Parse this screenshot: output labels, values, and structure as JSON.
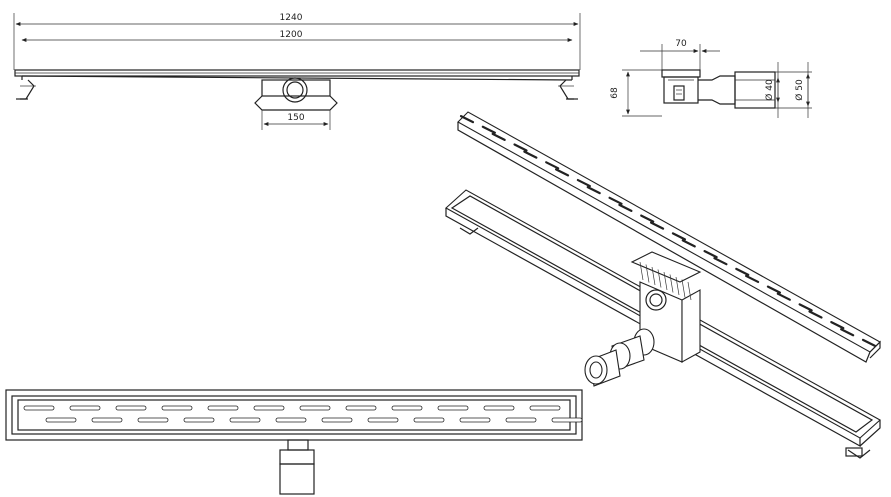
{
  "dimensions": {
    "total_length": "1240",
    "channel_length": "1200",
    "outlet_width": "150",
    "body_width": "70",
    "height": "68",
    "outlet_inner_diameter": "Ø 40",
    "outlet_outer_diameter": "Ø 50"
  },
  "colors": {
    "line": "#222222",
    "background": "#ffffff"
  }
}
